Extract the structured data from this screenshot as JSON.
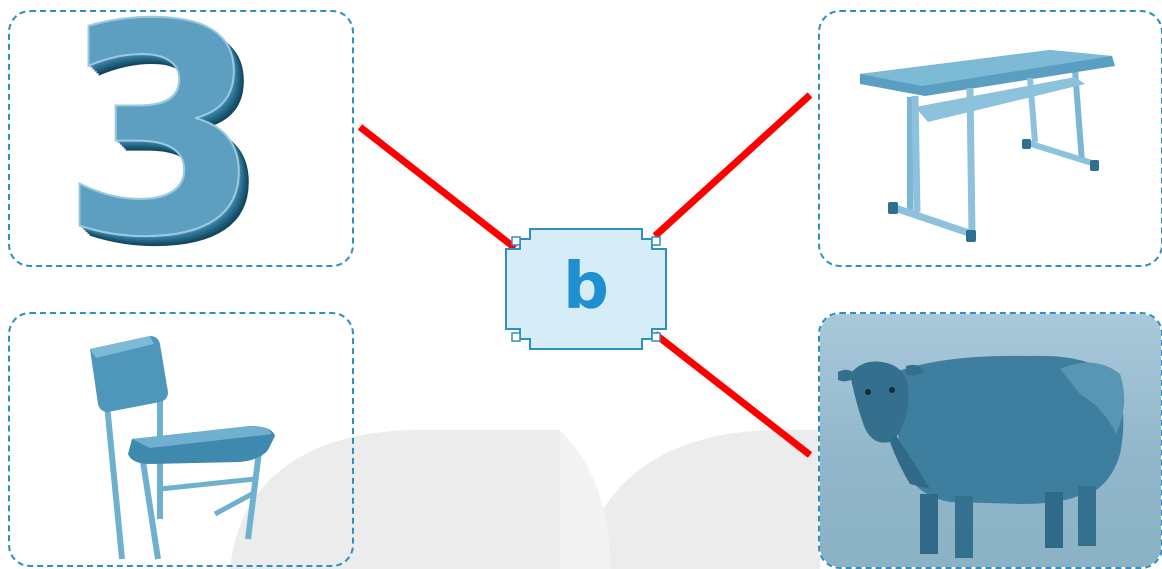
{
  "center": {
    "letter": "b"
  },
  "cards": {
    "top_left": {
      "subject": "number-three",
      "glyph": "3"
    },
    "top_right": {
      "subject": "desk"
    },
    "bottom_left": {
      "subject": "chair"
    },
    "bottom_right": {
      "subject": "cow"
    }
  },
  "links": {
    "color": "#ff0000",
    "connected": [
      "top_left",
      "top_right",
      "bottom_right"
    ],
    "unconnected": [
      "bottom_left"
    ]
  },
  "colors": {
    "card_border": "#2e8fc0",
    "center_fill": "#d6ecf7",
    "center_border": "#2e8fc0",
    "letter": "#1f8fd1",
    "illustration": "#5c9fc1"
  }
}
